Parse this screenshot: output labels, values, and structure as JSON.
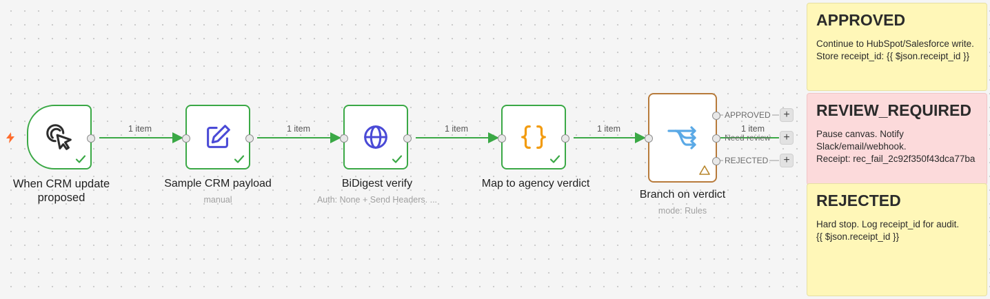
{
  "nodes": {
    "trigger": {
      "title": "When CRM update proposed"
    },
    "sample": {
      "title": "Sample CRM payload",
      "subtitle": "manual"
    },
    "verify": {
      "title": "BiDigest verify",
      "subtitle": "Auth: None + Send Headers. ..."
    },
    "map": {
      "title": "Map to agency verdict"
    },
    "branch": {
      "title": "Branch on verdict",
      "subtitle": "mode: Rules"
    }
  },
  "edges": {
    "e1": "1 item",
    "e2": "1 item",
    "e3": "1 item",
    "e4": "1 item",
    "e5": "1 item"
  },
  "branch_outputs": {
    "approved": "APPROVED",
    "review": "Need review",
    "rejected": "REJECTED",
    "add": "+"
  },
  "notes": {
    "approved": {
      "heading": "APPROVED",
      "line1": "Continue to HubSpot/Salesforce write.",
      "line2": "Store receipt_id: {{ $json.receipt_id }}"
    },
    "review": {
      "heading": "REVIEW_REQUIRED",
      "line1": "Pause canvas. Notify Slack/email/webhook.",
      "line2": "Receipt: rec_fail_2c92f350f43dca77ba"
    },
    "rejected": {
      "heading": "REJECTED",
      "line1": "Hard stop. Log receipt_id for audit.",
      "line2": "{{ $json.receipt_id }}"
    }
  },
  "icons": {
    "trigger": "cursor-click-icon",
    "sample": "pencil-edit-icon",
    "verify": "globe-icon",
    "map": "curly-braces-icon",
    "branch": "split-branch-icon",
    "status": "check-icon",
    "warning": "warning-triangle-icon",
    "start": "lightning-bolt-icon"
  },
  "colors": {
    "success": "#3aa845",
    "branch_border": "#b77a3a",
    "note_yellow": "#fff7b8",
    "note_red": "#fcdadb",
    "bolt": "#ff6d2e",
    "edit": "#4a4ad6",
    "globe": "#4a4ad6",
    "braces": "#f29c12",
    "split": "#5aa9e6"
  }
}
